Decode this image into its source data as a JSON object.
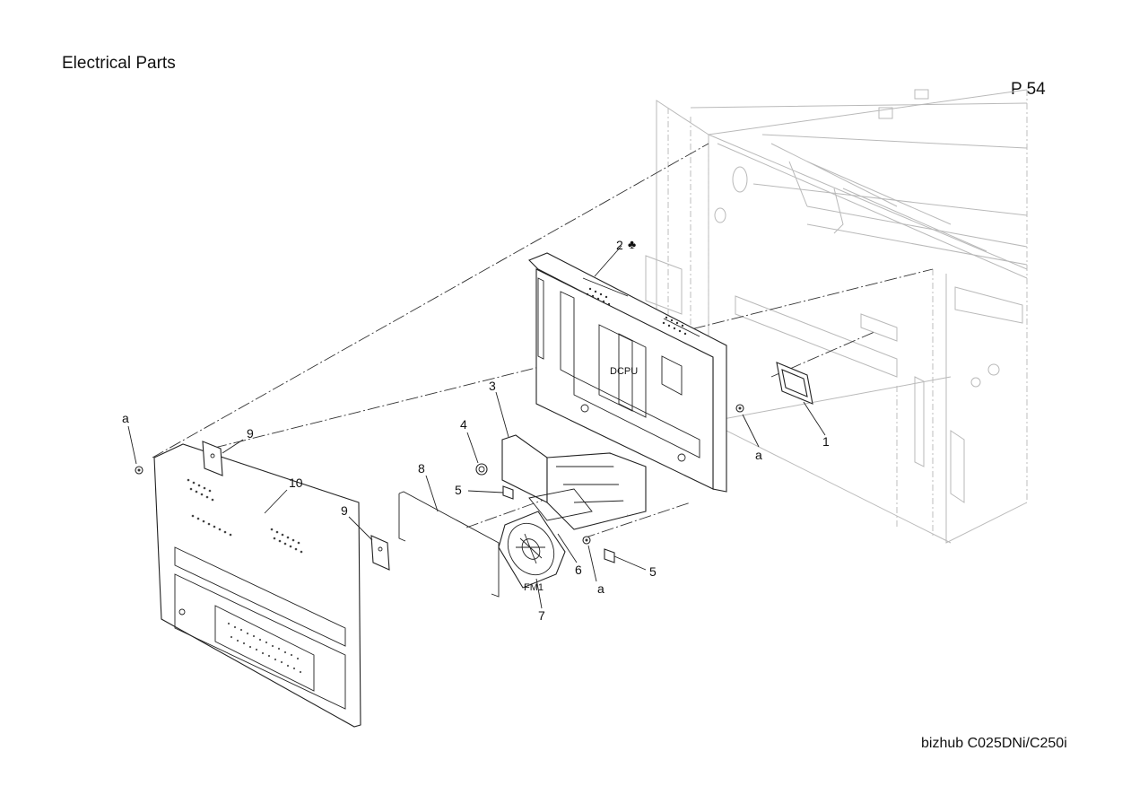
{
  "header": {
    "title": "Electrical Parts",
    "page": "P 54"
  },
  "footer": {
    "model": "bizhub C025DNi/C250i"
  },
  "callouts": {
    "c1": "1",
    "c2": "2",
    "c2_symbol": "♣",
    "c3": "3",
    "c4": "4",
    "c5a": "5",
    "c5b": "5",
    "c6": "6",
    "c7": "7",
    "c8": "8",
    "c9a": "9",
    "c9b": "9",
    "c10": "10",
    "ca1": "a",
    "ca2": "a",
    "ca3": "a"
  },
  "board_labels": {
    "dcpu": "DCPU",
    "fm1": "FM1"
  }
}
